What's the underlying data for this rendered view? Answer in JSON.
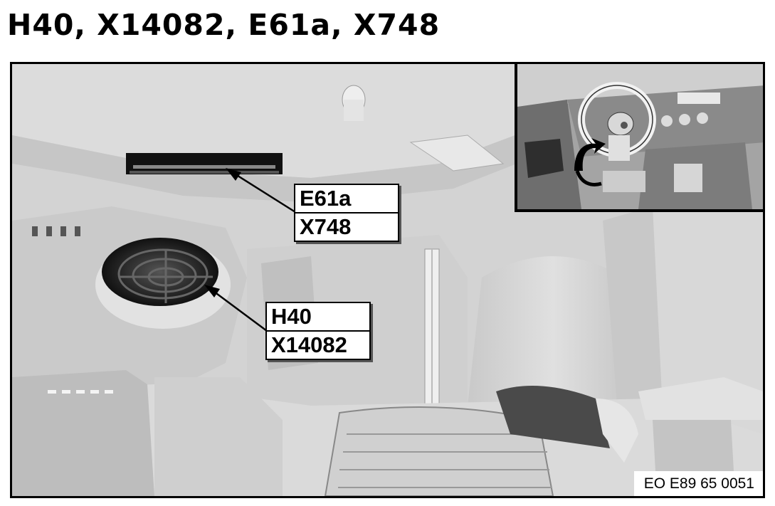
{
  "title": "H40, X14082, E61a, X748",
  "labels": {
    "upper": {
      "line1": "E61a",
      "line2": "X748"
    },
    "lower": {
      "line1": "H40",
      "line2": "X14082"
    }
  },
  "figure_code": "EO E89 65 0051",
  "colors": {
    "background": "#d4d4d4",
    "line": "#000000",
    "label_fill": "#ffffff"
  }
}
